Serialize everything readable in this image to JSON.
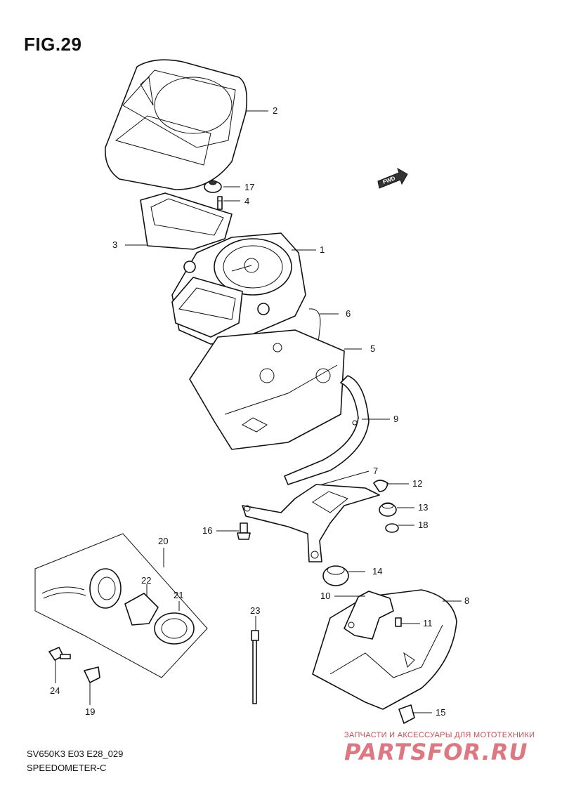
{
  "figure": {
    "title": "FIG.29"
  },
  "fwd_badge": {
    "label": "FWD"
  },
  "callouts": {
    "p1": "1",
    "p2": "2",
    "p3": "3",
    "p4": "4",
    "p5": "5",
    "p6": "6",
    "p7": "7",
    "p8": "8",
    "p9": "9",
    "p10": "10",
    "p11": "11",
    "p12": "12",
    "p13": "13",
    "p14": "14",
    "p15": "15",
    "p16": "16",
    "p17": "17",
    "p18": "18",
    "p19": "19",
    "p20": "20",
    "p21": "21",
    "p22": "22",
    "p23": "23",
    "p24": "24"
  },
  "footer": {
    "model_code": "SV650K3 E03 E28_029",
    "section_name": "SPEEDOMETER-C"
  },
  "watermark": {
    "caption": "ЗАПЧАСТИ И АКСЕССУАРЫ ДЛЯ МОТОТЕХНИКИ",
    "logo": "PARTSFOR.RU"
  }
}
